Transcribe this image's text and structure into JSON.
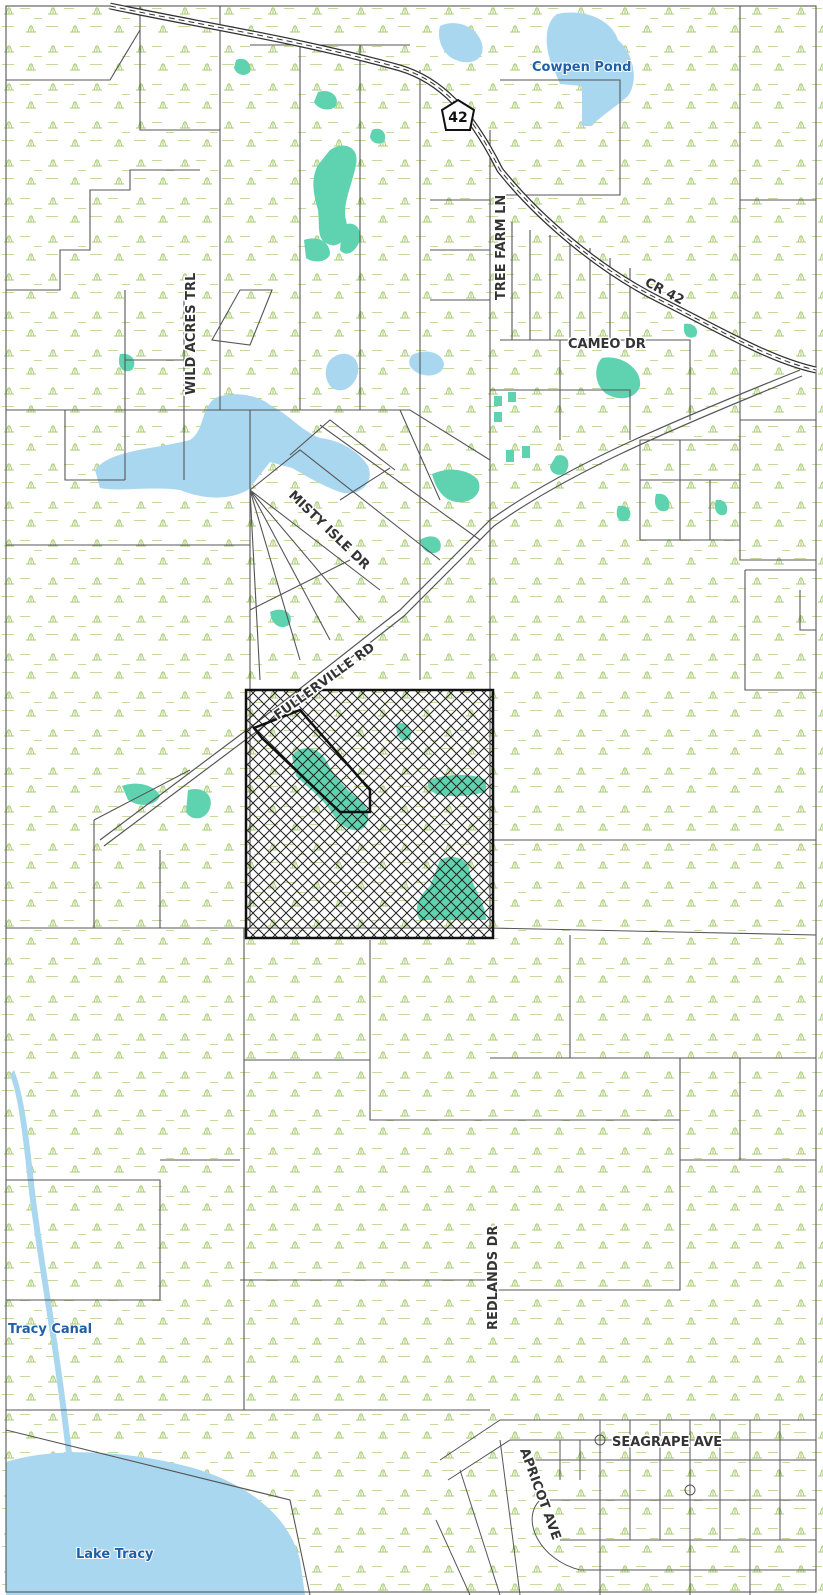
{
  "roads": {
    "wild_acres_trl": "WILD ACRES TRL",
    "tree_farm_ln": "TREE FARM LN",
    "cr_42": "CR 42",
    "cameo_dr": "CAMEO DR",
    "misty_isle_dr": "MISTY ISLE DR",
    "fullerville_rd": "FULLERVILLE RD",
    "redlands_dr": "REDLANDS DR",
    "seagrape_ave": "SEAGRAPE AVE",
    "apricot_ave": "APRICOT AVE"
  },
  "route_shield": {
    "number": "42",
    "icon": "route-shield-icon"
  },
  "water": {
    "cowpen_pond": "Cowpen Pond",
    "tracy_canal": "Tracy Canal",
    "lake_tracy": "Lake Tracy"
  },
  "colors": {
    "water": "#a9d7ef",
    "wetland": "#5fd3b0",
    "vegetation": "#8fbf3f",
    "parcel_line": "#555555",
    "highway_border": "#333333",
    "subject_outline": "#111111"
  }
}
